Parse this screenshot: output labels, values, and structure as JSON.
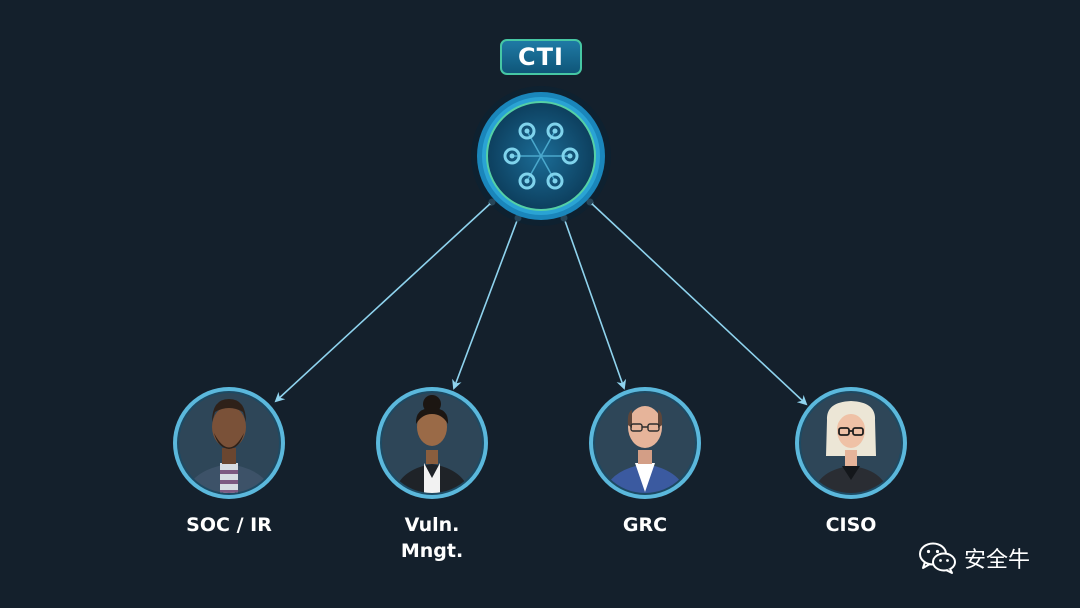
{
  "diagram": {
    "hub_label": "CTI",
    "roles": [
      {
        "label": "SOC / IR"
      },
      {
        "label": "Vuln.\nMngt."
      },
      {
        "label": "GRC"
      },
      {
        "label": "CISO"
      }
    ]
  },
  "watermark": {
    "text": "安全牛",
    "icon": "wechat-icon"
  },
  "colors": {
    "background": "#14202c",
    "hub_ring": "#1d8fc4",
    "arrow": "#8fd3ee",
    "badge": "#1a6e97",
    "badge_border": "#46c7a4"
  }
}
